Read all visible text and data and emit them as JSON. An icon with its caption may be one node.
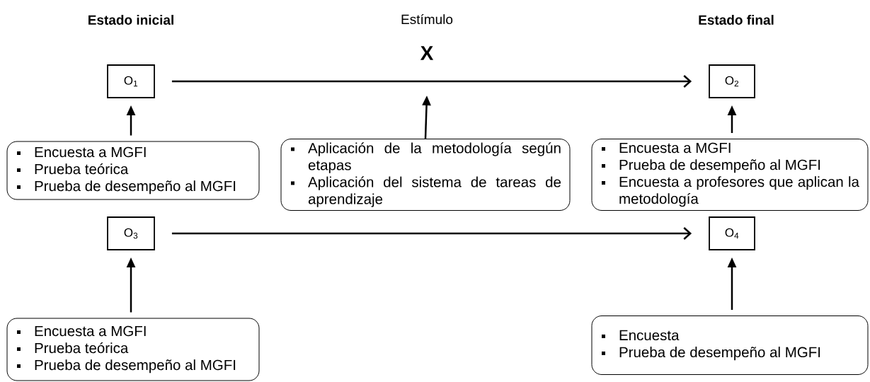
{
  "diagram": {
    "nodes": [
      {
        "text": [
          "O$_{1}$"
        ]
      },
      {
        "text": [
          "O$_{2}$"
        ]
      },
      {
        "text": [
          "Encuesta a MGFI",
          "Prueba teórica",
          "Prueba de desempeño al MGFI"
        ]
      },
      {
        "text": [
          "Aplicación de la metodología según etapas",
          "Aplicación del sistema de tareas de aprendizaje"
        ]
      },
      {
        "text": [
          "Encuesta a MGFI",
          "Prueba de desempeño al MGFI",
          "Encuesta a profesores que aplican la metodología"
        ]
      },
      {
        "text": [
          "O$_{3}$"
        ]
      },
      {
        "text": [
          "O$_{4}$"
        ]
      },
      {
        "text": [
          "Encuesta a MGFI",
          "Prueba teórica",
          "Prueba de desempeño al MGFI"
        ]
      },
      {
        "text": [
          "Encuesta",
          "Prueba de desempeño al MGFI"
        ]
      }
    ],
    "edges": [
      {
        "from": 0,
        "to": 1,
        "arrow": "to"
      },
      {
        "from": 2,
        "to": 0,
        "arrow": "to"
      },
      {
        "from": 3,
        "to": null,
        "arrow": "to"
      },
      {
        "from": 4,
        "to": 1,
        "arrow": "to"
      },
      {
        "from": 5,
        "to": 6,
        "arrow": "to"
      },
      {
        "from": 7,
        "to": 5,
        "arrow": "to"
      },
      {
        "from": 8,
        "to": 6,
        "arrow": "to"
      }
    ],
    "labels": [
      "Estado inicial",
      "Estímulo",
      "Estado final",
      "X"
    ]
  }
}
